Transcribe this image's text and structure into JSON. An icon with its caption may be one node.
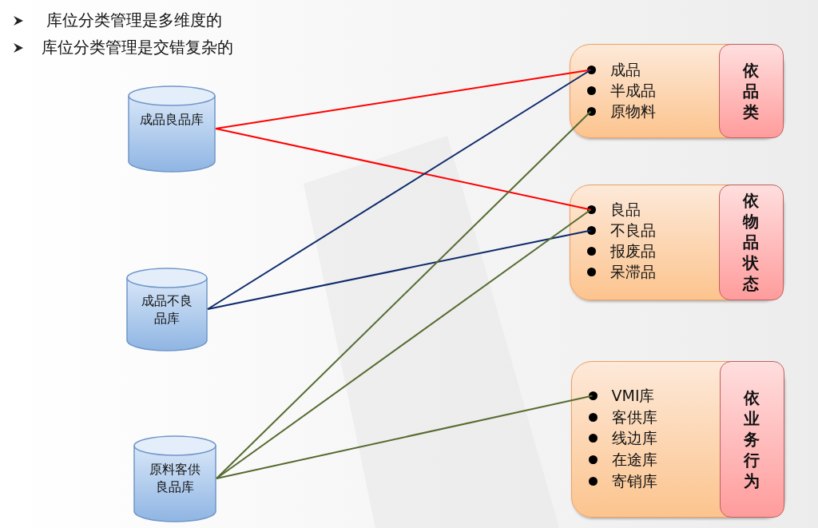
{
  "diagram": {
    "nodes": [
      {
        "text": [
          "成品良品库"
        ]
      },
      {
        "text": [
          "成品不良品库"
        ]
      },
      {
        "text": [
          "原料客供良品库"
        ]
      },
      {
        "text": [],
        "shape": "box"
      },
      {
        "text": [
          "成品"
        ],
        "in": 3
      },
      {
        "text": [
          "半成品"
        ],
        "in": 3
      },
      {
        "text": [
          "原物料"
        ],
        "in": 3
      },
      {
        "text": [
          "依品类"
        ],
        "in": 3
      },
      {
        "text": [],
        "shape": "box"
      },
      {
        "text": [
          "良品"
        ],
        "in": 8
      },
      {
        "text": [
          "不良品"
        ],
        "in": 8
      },
      {
        "text": [
          "报废品"
        ],
        "in": 8
      },
      {
        "text": [
          "呆滞品"
        ],
        "in": 8
      },
      {
        "text": [
          "依物品状态"
        ],
        "in": 8
      },
      {
        "text": [],
        "shape": "box"
      },
      {
        "text": [
          "VMI库"
        ],
        "in": 14
      },
      {
        "text": [
          "客供库"
        ],
        "in": 14
      },
      {
        "text": [
          "线边库"
        ],
        "in": 14
      },
      {
        "text": [
          "在途库"
        ],
        "in": 14
      },
      {
        "text": [
          "寄销库"
        ],
        "in": 14
      },
      {
        "text": [
          "依业务行为"
        ],
        "in": 14
      }
    ],
    "edges": [
      {
        "from": 0,
        "to": 4,
        "arrow": "none",
        "color": "#ff0000"
      },
      {
        "from": 0,
        "to": 9,
        "arrow": "none",
        "color": "#ff0000"
      },
      {
        "from": 1,
        "to": 4,
        "arrow": "none",
        "color": "#0d2a6b"
      },
      {
        "from": 1,
        "to": 10,
        "arrow": "none",
        "color": "#0d2a6b"
      },
      {
        "from": 2,
        "to": 6,
        "arrow": "none",
        "color": "#556b2f"
      },
      {
        "from": 2,
        "to": 9,
        "arrow": "none",
        "color": "#556b2f"
      },
      {
        "from": 2,
        "to": 15,
        "arrow": "none",
        "color": "#556b2f"
      }
    ],
    "labels": [
      "库位分类管理是多维度的",
      "库位分类管理是交错复杂的"
    ]
  }
}
